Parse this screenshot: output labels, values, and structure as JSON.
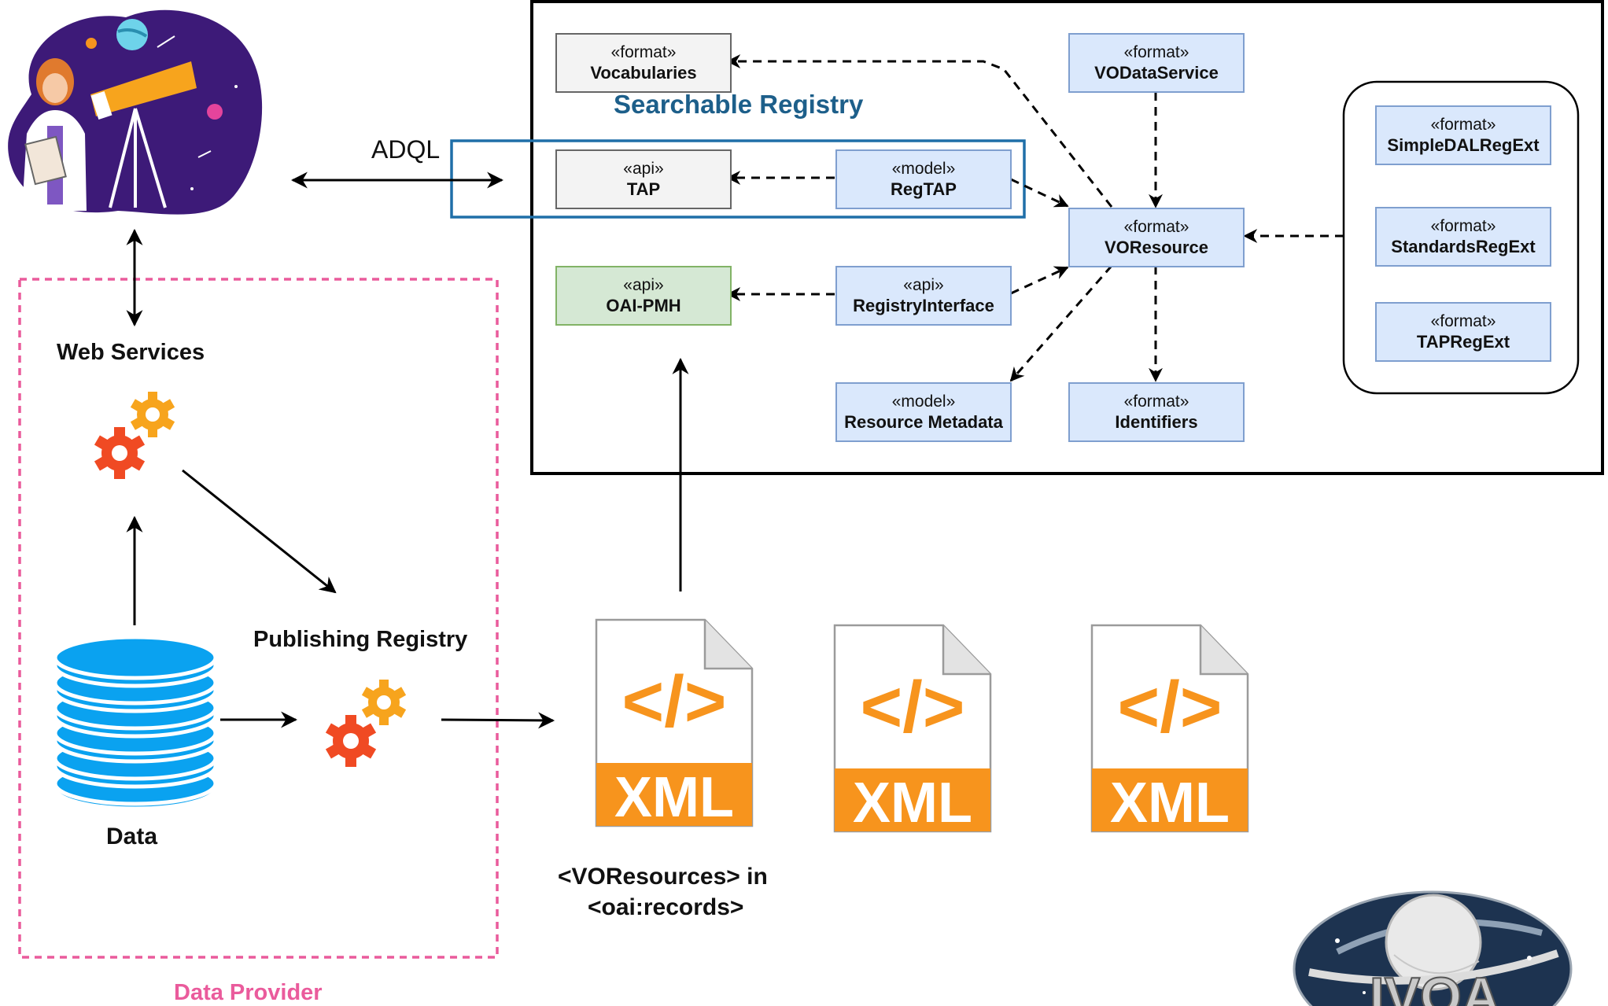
{
  "adql_label": "ADQL",
  "searchable_registry_title": "Searchable Registry",
  "web_services_label": "Web Services",
  "publishing_registry_label": "Publishing Registry",
  "data_label": "Data",
  "data_provider_label": "Data Provider",
  "voresources_caption": [
    "<VOResources> in",
    "<oai:records>"
  ],
  "xml_badge": "XML",
  "xml_code_glyph": "</>",
  "logo_text": "IVOA",
  "components": {
    "vocabularies": {
      "stereotype": "«format»",
      "name": "Vocabularies"
    },
    "tap": {
      "stereotype": "«api»",
      "name": "TAP"
    },
    "oai_pmh": {
      "stereotype": "«api»",
      "name": "OAI-PMH"
    },
    "regtap": {
      "stereotype": "«model»",
      "name": "RegTAP"
    },
    "registry_interface": {
      "stereotype": "«api»",
      "name": "RegistryInterface"
    },
    "resource_metadata": {
      "stereotype": "«model»",
      "name": "Resource Metadata"
    },
    "vodataservice": {
      "stereotype": "«format»",
      "name": "VODataService"
    },
    "voresource": {
      "stereotype": "«format»",
      "name": "VOResource"
    },
    "identifiers": {
      "stereotype": "«format»",
      "name": "Identifiers"
    },
    "simpledalregext": {
      "stereotype": "«format»",
      "name": "SimpleDALRegExt"
    },
    "standardsregext": {
      "stereotype": "«format»",
      "name": "StandardsRegExt"
    },
    "tapregext": {
      "stereotype": "«format»",
      "name": "TAPRegExt"
    }
  },
  "colors": {
    "model_fill": "#dae8fc",
    "model_stroke": "#7f9fcf",
    "api_fill": "#f3f3f3",
    "oai_fill": "#d5e8d4",
    "oai_stroke": "#82b366",
    "registry_title": "#1d5f8a",
    "adql_highlight": "#1f6fa8",
    "data_provider": "#ea5b9c",
    "xml_orange": "#f7941d",
    "gear_red": "#f04a23",
    "gear_orange": "#f7a41d",
    "database_blue": "#0aa2f0",
    "illustration_purple": "#3d1a78"
  }
}
